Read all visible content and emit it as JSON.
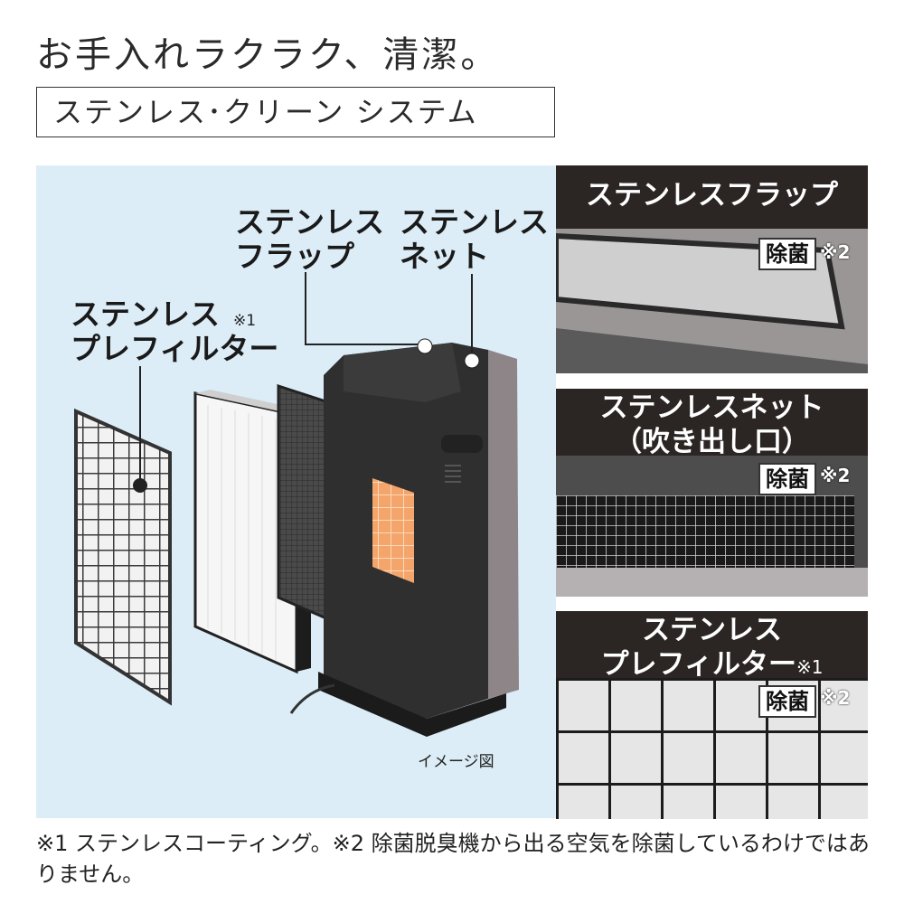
{
  "headline": "お手入れラクラク、清潔。",
  "subtitle": "ステンレス･クリーン システム",
  "illustration": {
    "label_flap": [
      "ステンレス",
      "フラップ"
    ],
    "label_net": [
      "ステンレス",
      "ネット"
    ],
    "label_prefilter": [
      "ステンレス",
      "プレフィルター"
    ],
    "prefilter_note": "※1",
    "caption": "イメージ図"
  },
  "panels": [
    {
      "title": "ステンレスフラップ",
      "badge": "除菌",
      "note": "※2"
    },
    {
      "title_line1": "ステンレスネット",
      "title_line2": "（吹き出し口）",
      "badge": "除菌",
      "note": "※2"
    },
    {
      "title_line1": "ステンレス",
      "title_line2": "プレフィルター",
      "title_note": "※1",
      "badge": "除菌",
      "note": "※2"
    }
  ],
  "footer": "※1 ステンレスコーティング。※2 除菌脱臭機から出る空気を除菌しているわけではありません。"
}
